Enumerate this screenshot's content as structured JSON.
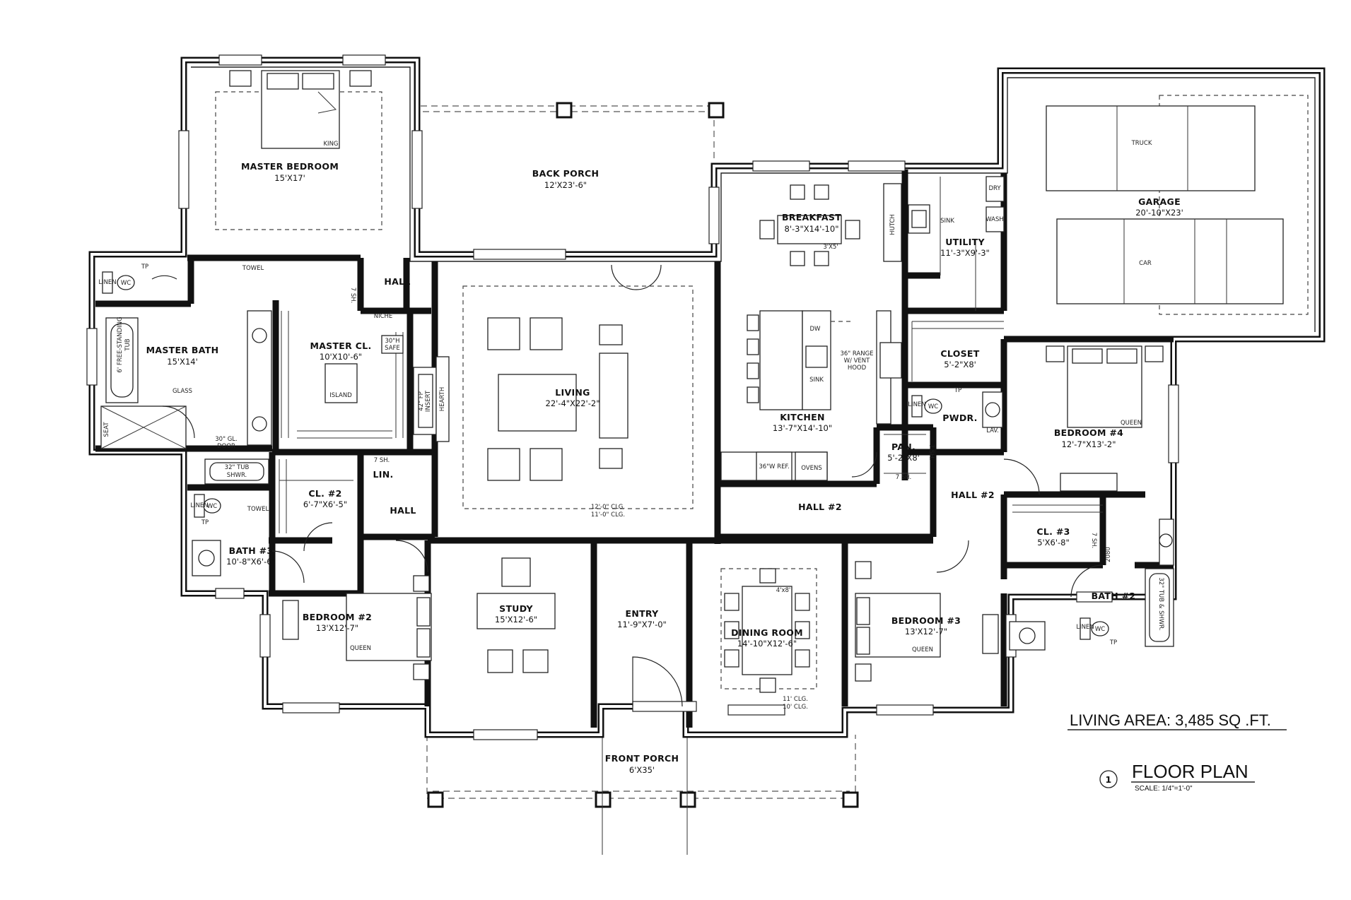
{
  "rooms": {
    "master_bedroom": {
      "name": "MASTER BEDROOM",
      "dim": "15'X17'"
    },
    "back_porch": {
      "name": "BACK PORCH",
      "dim": "12'X23'-6\""
    },
    "breakfast": {
      "name": "BREAKFAST",
      "dim": "8'-3\"X14'-10\""
    },
    "utility": {
      "name": "UTILITY",
      "dim": "11'-3\"X9'-3\""
    },
    "garage": {
      "name": "GARAGE",
      "dim": "20'-10\"X23'"
    },
    "master_bath": {
      "name": "MASTER BATH",
      "dim": "15'X14'"
    },
    "master_closet": {
      "name": "MASTER CL.",
      "dim": "10'X10'-6\""
    },
    "hall_1": {
      "name": "HALL"
    },
    "hall_2": {
      "name": "HALL"
    },
    "living": {
      "name": "LIVING",
      "dim": "22'-4\"X22'-2\""
    },
    "kitchen": {
      "name": "KITCHEN",
      "dim": "13'-7\"X14'-10\""
    },
    "closet": {
      "name": "CLOSET",
      "dim": "5'-2\"X8'"
    },
    "bedroom_4": {
      "name": "BEDROOM #4",
      "dim": "12'-7\"X13'-2\""
    },
    "pwdr": {
      "name": "PWDR."
    },
    "pantry": {
      "name": "PAN.",
      "dim": "5'-2\"X8'"
    },
    "cl_2": {
      "name": "CL. #2",
      "dim": "6'-7\"X6'-5\""
    },
    "lin": {
      "name": "LIN."
    },
    "hall_center": {
      "name": "HALL #2"
    },
    "hall_right": {
      "name": "HALL #2"
    },
    "bath_3": {
      "name": "BATH #3",
      "dim": "10'-8\"X6'-6\""
    },
    "cl_3": {
      "name": "CL. #3",
      "dim": "5'X6'-8\""
    },
    "bedroom_2": {
      "name": "BEDROOM #2",
      "dim": "13'X12'-7\""
    },
    "study": {
      "name": "STUDY",
      "dim": "15'X12'-6\""
    },
    "entry": {
      "name": "ENTRY",
      "dim": "11'-9\"X7'-0\""
    },
    "dining": {
      "name": "DINING ROOM",
      "dim": "14'-10\"X12'-6\""
    },
    "bedroom_3": {
      "name": "BEDROOM #3",
      "dim": "13'X12'-7\""
    },
    "bath_2": {
      "name": "BATH #2"
    },
    "front_porch": {
      "name": "FRONT PORCH",
      "dim": "6'X35'"
    }
  },
  "notes": {
    "king": "KING",
    "queen": "QUEEN",
    "tp": "TP",
    "towel": "TOWEL",
    "linen": "LINEN",
    "wc": "WC",
    "tub_free_1": "6' FREE-STANDING",
    "tub_free_2": "TUB",
    "glass": "GLASS",
    "seat": "SEAT",
    "door_30_1": "30\" GL.",
    "door_30_2": "DOOR",
    "seven_sh": "7 SH.",
    "niche": "NICHE",
    "safe_1": "30\"H",
    "safe_2": "SAFE",
    "island": "ISLAND",
    "fp_1": "42\" FP",
    "fp_2": "INSERT",
    "hearth": "HEARTH",
    "clg_living_1": "12'-0\" CLG.",
    "clg_living_2": "11'-0\" CLG.",
    "hutch": "HUTCH",
    "table_3x5": "3'X5'",
    "sink": "SINK",
    "dry": "DRY",
    "wash": "WASH",
    "truck": "TRUCK",
    "car": "CAR",
    "dw": "DW",
    "range_1": "36\" RANGE",
    "range_2": "W/ VENT",
    "range_3": "HOOD",
    "ref": "36\"W REF.",
    "ovens": "OVENS",
    "lav": "LAV.",
    "tub32_1": "32\" TUB",
    "tub32_2": "SHWR.",
    "table_4x8": "4'x8'",
    "clg_dining_1": "11' CLG.",
    "clg_dining_2": "10' CLG.",
    "door_2080": "2080",
    "tub32_v": "32\" TUB & SHWR."
  },
  "living_area": "LIVING AREA: 3,485 SQ .FT.",
  "plan_title": {
    "number": "1",
    "title": "FLOOR PLAN",
    "scale": "SCALE: 1/4\"=1'-0\""
  }
}
